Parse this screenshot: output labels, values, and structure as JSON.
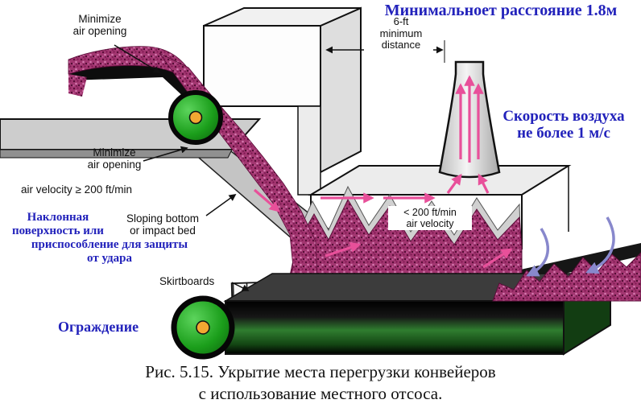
{
  "colors": {
    "blue_text": "#2222bb",
    "magenta_material": "#a23670",
    "pink_arrow": "#e8509a",
    "blue_arrow": "#8888cc",
    "drum_green": "#1b9e1b"
  },
  "annotations": {
    "min_distance_ru": "Минимальноет расстояние 1.8м",
    "minimize_air_top": "Minimize\nair opening",
    "six_ft": "6-ft\nminimum\ndistance",
    "air_speed_ru": "Скорость воздуха\nне более 1 м/с",
    "minimize_air_left": "Minimize\nair opening",
    "air_velocity_in": "air velocity ≥ 200 ft/min",
    "slope_ru_top": "Наклонная\nповерхность или",
    "slope_en": "Sloping bottom\nor impact bed",
    "slope_ru_bottom": "приспособление для защиты\nот удара",
    "duct_velocity": "< 200 ft/min\nair velocity",
    "skirtboards": "Skirtboards",
    "guard_ru": "Ограждение"
  },
  "caption": {
    "line1": "Рис. 5.15. Укрытие места перегрузки конвейеров",
    "line2": "с использование местного отсоса."
  }
}
